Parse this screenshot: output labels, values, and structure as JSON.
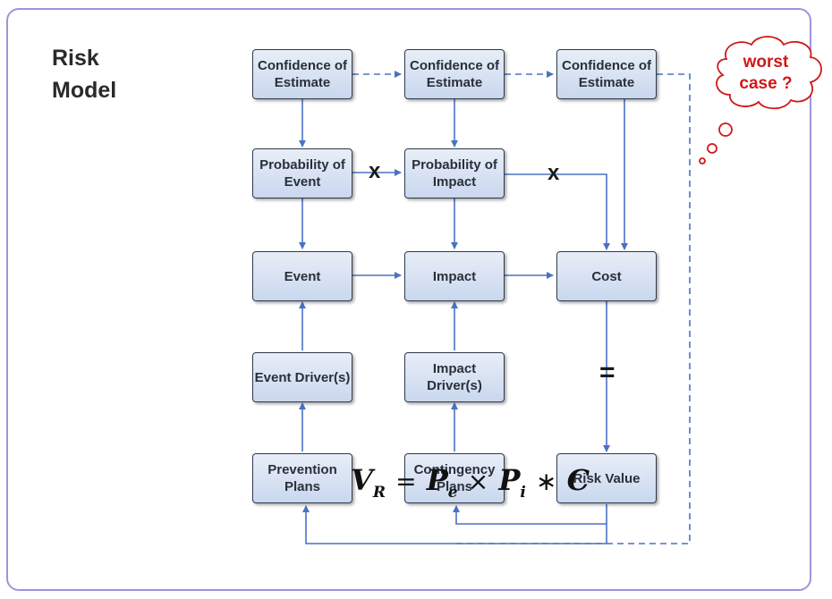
{
  "title": {
    "line1": "Risk",
    "line2": "Model"
  },
  "nodes": {
    "confidence_1": "Confidence of Estimate",
    "confidence_2": "Confidence of Estimate",
    "confidence_3": "Confidence of Estimate",
    "probability_event": "Probability of Event",
    "probability_impact": "Probability of Impact",
    "event": "Event",
    "impact": "Impact",
    "cost": "Cost",
    "event_drivers": "Event Driver(s)",
    "impact_drivers": "Impact Driver(s)",
    "prevention_plans": "Prevention Plans",
    "contingency_plans": "Contingency Plans",
    "risk_value": "Risk Value"
  },
  "operators": {
    "times_1": "x",
    "times_2": "x",
    "equals": "="
  },
  "formula": {
    "v": "V",
    "v_sub": "R",
    "eq": "=",
    "p1": "P",
    "p1_sub": "e",
    "times": "×",
    "p2": "P",
    "p2_sub": "i",
    "star": "∗",
    "c": "C"
  },
  "callout": {
    "line1": "worst",
    "line2": "case ?",
    "color": "#d01818"
  },
  "colors": {
    "arrow": "#4a72c4",
    "dashed": "#4a72c4",
    "frame": "#9b96dc",
    "cloud_border": "#d01818"
  }
}
